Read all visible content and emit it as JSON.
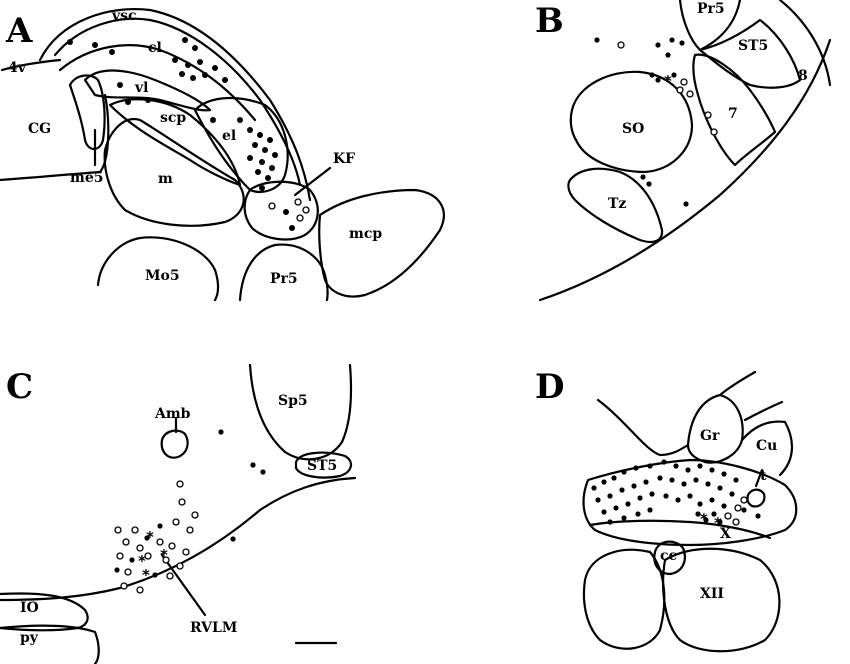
{
  "panels": {
    "A": {
      "letter": "A",
      "labels": {
        "vsc": "vsc",
        "cl": "cl",
        "fourv": "4v",
        "cg": "CG",
        "vl": "vl",
        "scp": "scp",
        "el": "el",
        "m": "m",
        "me5": "me5",
        "kf": "KF",
        "mcp": "mcp",
        "mo5": "Mo5",
        "pr5": "Pr5"
      }
    },
    "B": {
      "letter": "B",
      "labels": {
        "pr5": "Pr5",
        "st5": "ST5",
        "eight": "8",
        "so": "SO",
        "seven": "7",
        "tz": "Tz"
      }
    },
    "C": {
      "letter": "C",
      "labels": {
        "sp5": "Sp5",
        "amb": "Amb",
        "st5": "ST5",
        "io": "IO",
        "py": "py",
        "rvlm": "RVLM"
      }
    },
    "D": {
      "letter": "D",
      "labels": {
        "gr": "Gr",
        "cu": "Cu",
        "t": "t",
        "x": "X",
        "cc": "cc",
        "xii": "XII"
      }
    }
  },
  "markers": {
    "legend_glyph_asterisk": "*"
  },
  "colors": {
    "ink": "#000000",
    "background": "#ffffff"
  }
}
